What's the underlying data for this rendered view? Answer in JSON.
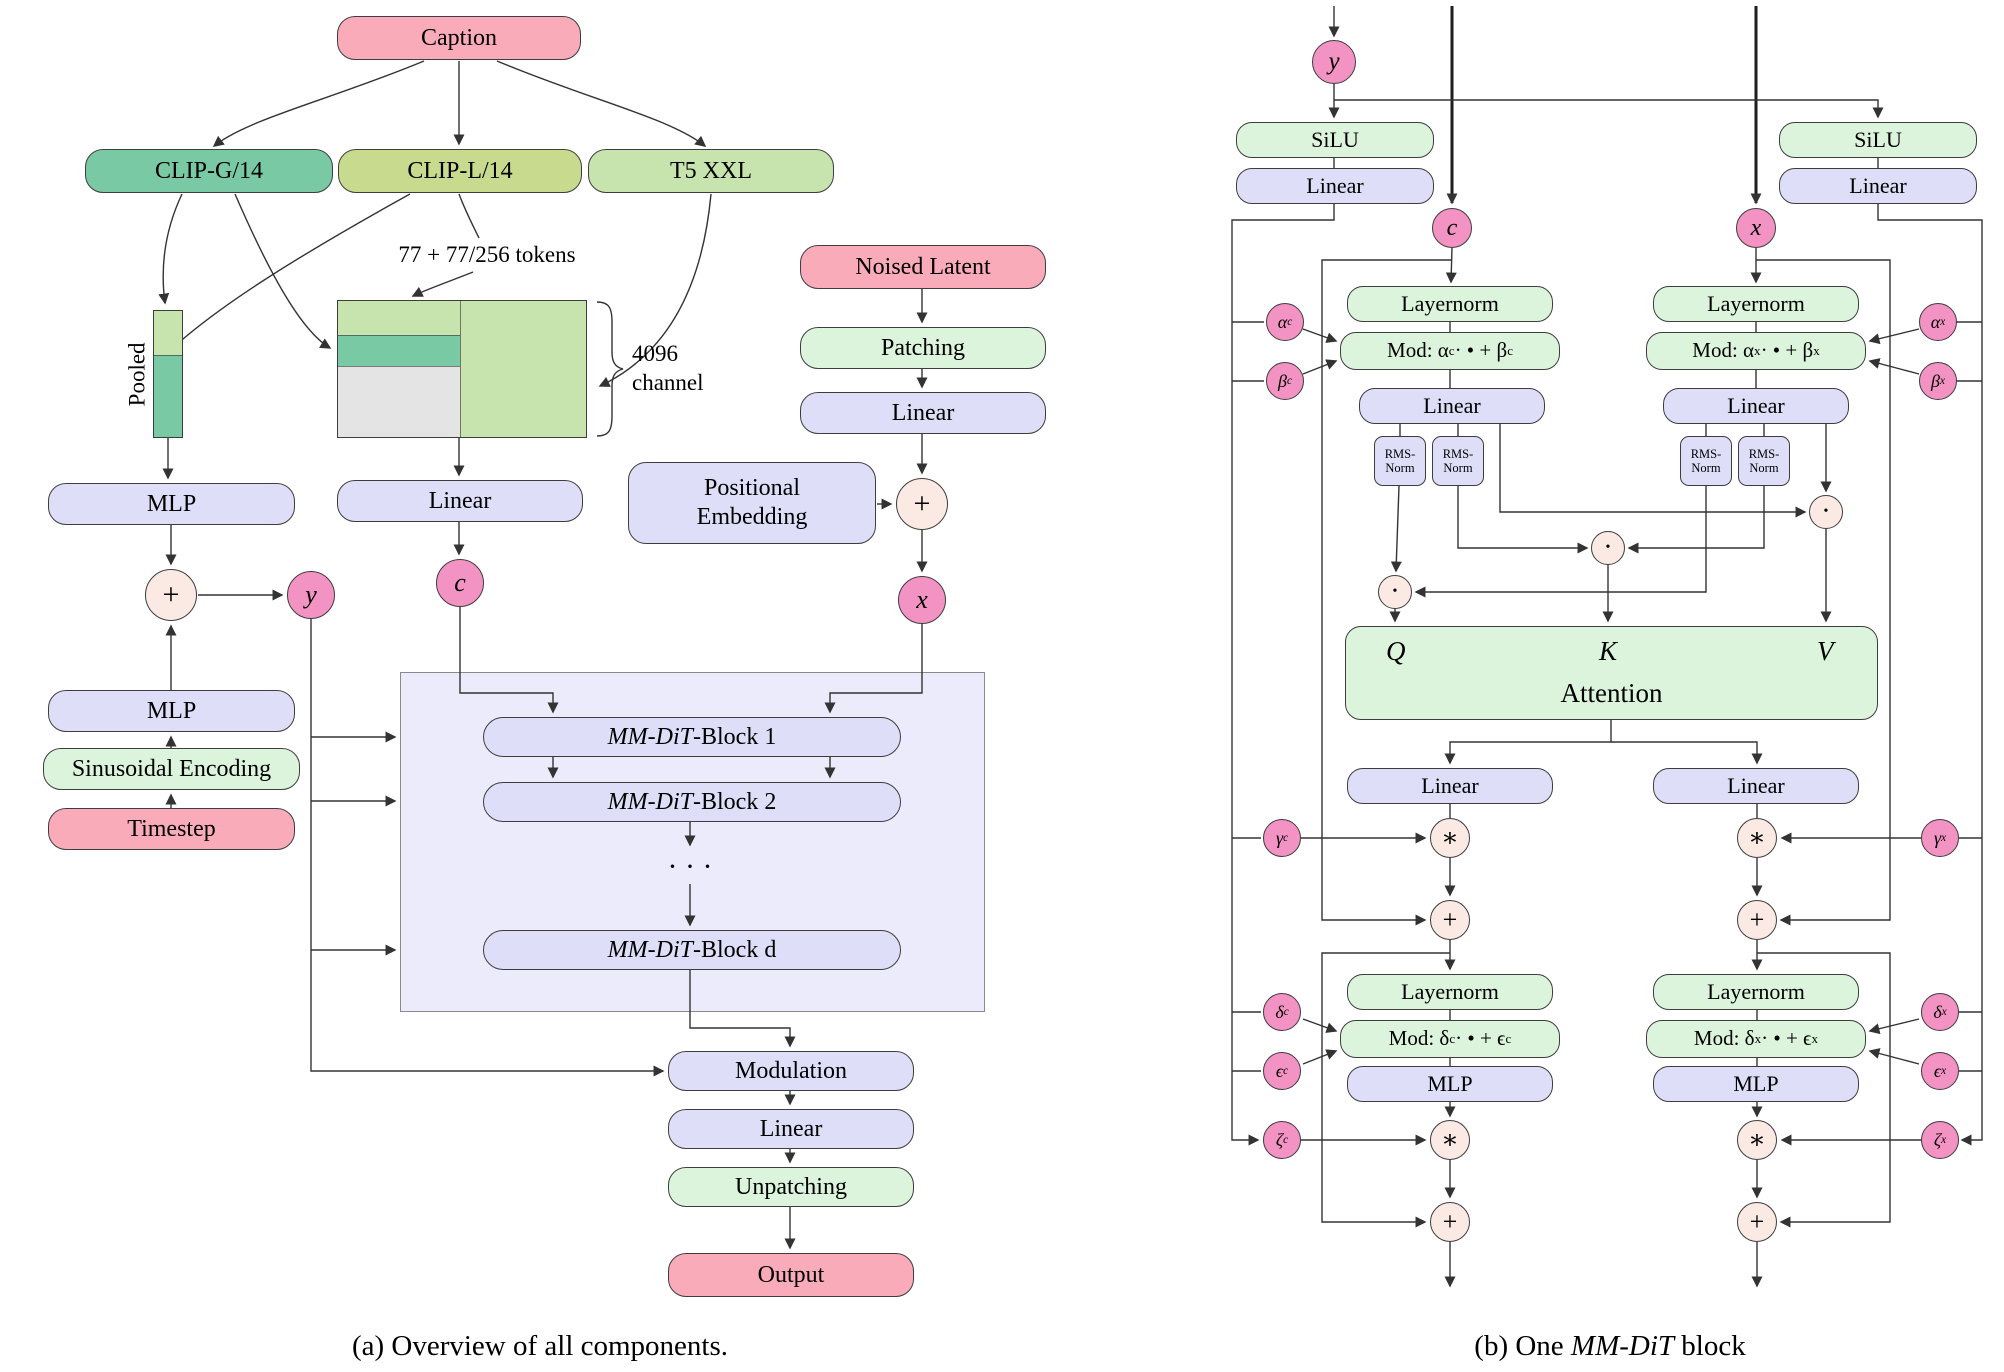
{
  "a": {
    "caption": "Caption",
    "clip_g": "CLIP-G/14",
    "clip_l": "CLIP-L/14",
    "t5": "T5 XXL",
    "tokens_note": "77 + 77/256 tokens",
    "pooled": "Pooled",
    "channel_1": "4096",
    "channel_2": "channel",
    "noised_latent": "Noised Latent",
    "patching": "Patching",
    "linear": "Linear",
    "positional_embedding": "Positional Embedding",
    "mlp": "MLP",
    "plus": "+",
    "y": "y",
    "c": "c",
    "x": "x",
    "sinusoidal": "Sinusoidal Encoding",
    "timestep": "Timestep",
    "mmdit": "MM-DiT",
    "block1_rest": "-Block 1",
    "block2_rest": "-Block 2",
    "blockd_rest": "-Block d",
    "dots": "· · ·",
    "modulation": "Modulation",
    "unpatching": "Unpatching",
    "output": "Output",
    "panel_caption": "(a) Overview of all components."
  },
  "b": {
    "silu": "SiLU",
    "linear": "Linear",
    "layernorm": "Layernorm",
    "mlp": "MLP",
    "mod_pre_alpha": "Mod: α",
    "mod_mid_beta": " · • + β",
    "mod_pre_delta": "Mod: δ",
    "mod_mid_eps": " · • + ϵ",
    "rms_l1": "RMS-",
    "rms_l2": "Norm",
    "q": "Q",
    "k": "K",
    "v": "V",
    "attention": "Attention",
    "star": "∗",
    "plus": "+",
    "dot": "•",
    "y": "y",
    "c": "c",
    "x": "x",
    "sym": {
      "alpha": "α",
      "beta": "β",
      "gamma": "γ",
      "delta": "δ",
      "eps": "ϵ",
      "zeta": "ζ",
      "c": "c",
      "x": "x"
    },
    "cap_pre": "(b) One ",
    "cap_it": "MM-DiT",
    "cap_rest": " block"
  },
  "colors": {
    "pink_box": "#F9ABBA",
    "teal_box": "#79C9A4",
    "yellow_green_box": "#C8DA8E",
    "pale_green_box": "#C7E4AE",
    "mint_box": "#DCF4DC",
    "purple_box": "#DEDEF8",
    "lavender_container": "#EBEBFB",
    "pink_circle": "#F293C3",
    "light_pink_circle": "#FBE9E4",
    "zero_pad_gray": "#E4E4E4"
  }
}
